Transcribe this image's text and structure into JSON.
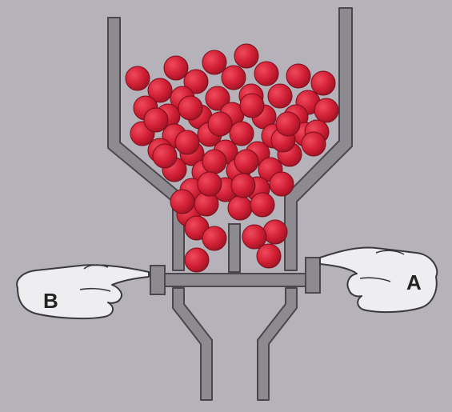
{
  "labels": {
    "left_hand": "B",
    "right_hand": "A"
  },
  "ball_count": 66,
  "colors": {
    "background": "#b5b2b9",
    "pipe_fill": "#8e8b90",
    "pipe_stroke": "#4a484c",
    "ball_fill": "#d11f35",
    "ball_stroke": "#7a0f1c",
    "hand_fill": "#eeeef0",
    "hand_stroke": "#3b393d"
  },
  "icons": {
    "left_hand": "pointing-hand-right-icon",
    "right_hand": "pointing-hand-left-icon"
  }
}
